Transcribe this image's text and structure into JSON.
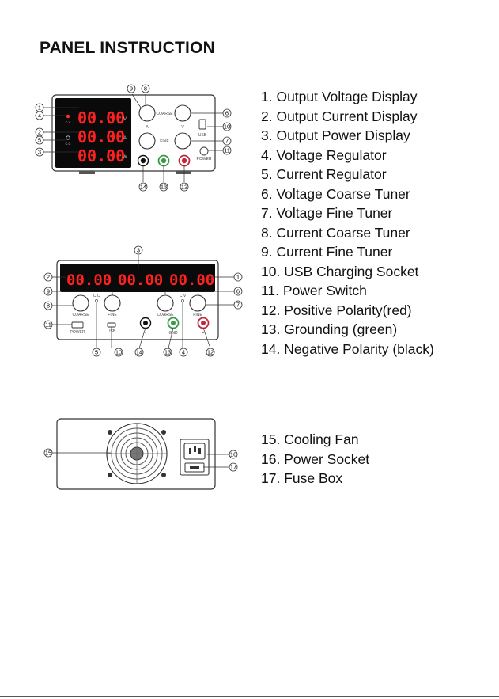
{
  "title": "PANEL INSTRUCTION",
  "legend": [
    "1.  Output Voltage Display",
    "2.  Output Current Display",
    "3.  Output Power Display",
    "4.  Voltage Regulator",
    "5.  Current Regulator",
    "6.  Voltage  Coarse Tuner",
    "7.  Voltage  Fine Tuner",
    "8.  Current  Coarse Tuner",
    "9.  Current  Fine Tuner",
    "10.  USB Charging Socket",
    "11.  Power Switch",
    "12.  Positive Polarity(red)",
    "13.  Grounding (green)",
    "14.  Negative Polarity (black)"
  ],
  "legend_rear": [
    "15.  Cooling Fan",
    "16.  Power Socket",
    "17.  Fuse Box"
  ],
  "display_value": "00.00",
  "front": {
    "unit_v": "V",
    "unit_a": "A",
    "unit_w": "W",
    "cv": "C.V",
    "cc": "C.C",
    "coarse": "COARSE",
    "fine": "FINE",
    "knob_a": "A",
    "knob_v": "V",
    "usb": "USB",
    "power": "POWER"
  },
  "wide": {
    "cc": "C.C",
    "cv": "C.V",
    "coarse": "COARSE",
    "fine": "FINE",
    "power": "POWER",
    "usb": "USB",
    "gnd": "GND",
    "minus": "−",
    "plus": "+"
  },
  "callouts": {
    "n1": "1",
    "n2": "2",
    "n3": "3",
    "n4": "4",
    "n5": "5",
    "n6": "6",
    "n7": "7",
    "n8": "8",
    "n9": "9",
    "n10": "10",
    "n11": "11",
    "n12": "12",
    "n13": "13",
    "n14": "14",
    "n15": "15",
    "n16": "16",
    "n17": "17"
  },
  "colors": {
    "display_red": "#ff2020",
    "terminal_red": "#c0283a",
    "terminal_green": "#3a9a4a",
    "terminal_black": "#111111"
  }
}
